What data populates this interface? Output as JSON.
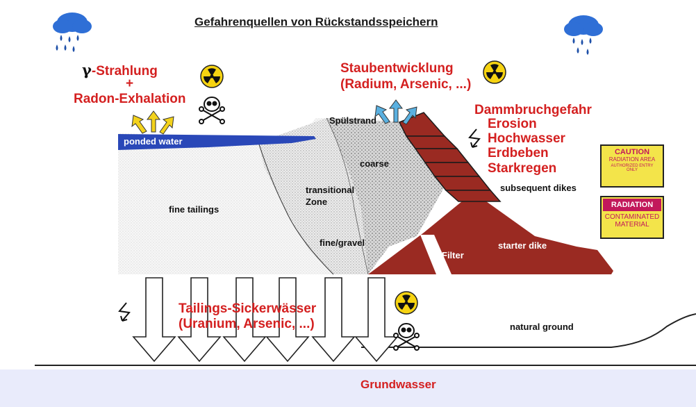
{
  "title": "Gefahrenquellen von Rückstandsspeichern",
  "hazards": {
    "gamma_symbol": "γ",
    "gamma_text": "-Strahlung",
    "plus": "+",
    "radon": "Radon-Exhalation",
    "dust_line1": "Staubentwicklung",
    "dust_line2": "(Radium, Arsenic, ...)",
    "dam_title": "Dammbruchgefahr",
    "dam_causes": [
      "Erosion",
      "Hochwasser",
      "Erdbeben",
      "Starkregen"
    ],
    "seepage_line1": "Tailings-Sickerwässer",
    "seepage_line2": "(Uranium, Arsenic, ...)",
    "groundwater": "Grundwasser"
  },
  "zones": {
    "ponded_water": "ponded water",
    "spuelstrand": "Spülstrand",
    "coarse": "coarse",
    "transitional_line1": "transitional",
    "transitional_line2": "Zone",
    "fine_tailings": "fine tailings",
    "fine_gravel": "fine/gravel",
    "subsequent_dikes": "subsequent dikes",
    "filter": "Filter",
    "starter_dike": "starter dike",
    "natural_ground": "natural ground"
  },
  "signs": {
    "caution": {
      "header": "CAUTION",
      "line1": "RADIATION AREA",
      "line2": "AUTHORIZED ENTRY",
      "line3": "ONLY"
    },
    "radiation": {
      "header": "RADIATION",
      "line1": "CONTAMINATED",
      "line2": "MATERIAL"
    }
  },
  "colors": {
    "hazard_text": "#d42020",
    "water": "#2a48b8",
    "dike": "#9a2a22",
    "background_band": "#e9ebfb",
    "sign_yellow": "#f3e44a",
    "sign_magenta": "#c2185b"
  }
}
